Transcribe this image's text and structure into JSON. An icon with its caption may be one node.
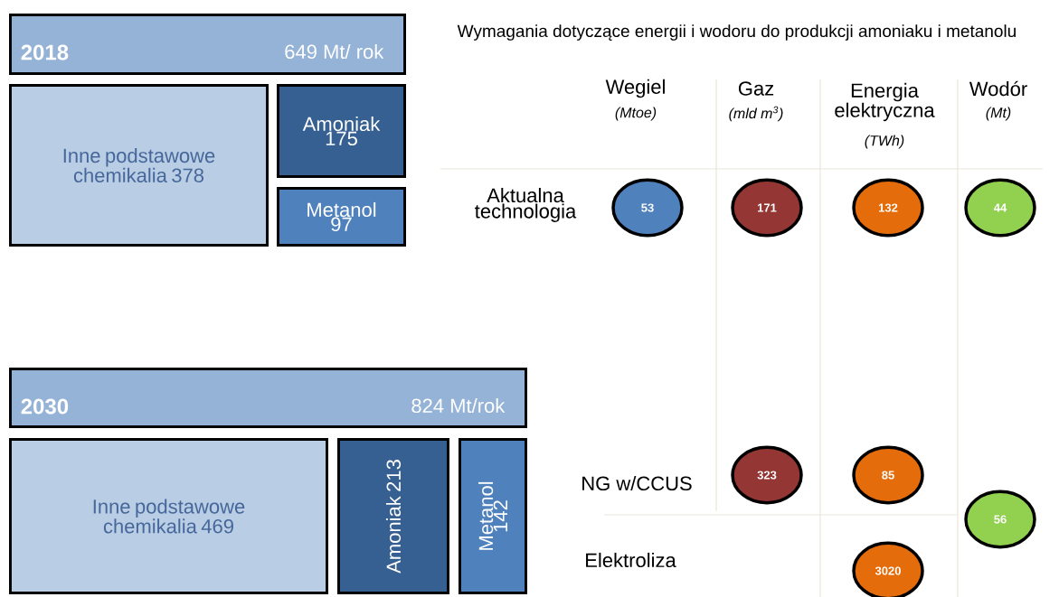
{
  "diagram": {
    "title": "Wymagania dotyczące energii i wodoru do produkcji amoniaku i metanolu",
    "nodes": [
      {
        "text": [
          "2018",
          "649 Mt/ rok"
        ]
      },
      {
        "text": [
          "Inne podstawowe chemikalia 378"
        ]
      },
      {
        "text": [
          "Amoniak 175"
        ]
      },
      {
        "text": [
          "Metanol 97"
        ]
      },
      {
        "text": [
          "2030",
          "824 Mt/rok"
        ]
      },
      {
        "text": [
          "Inne podstawowe chemikalia 469"
        ]
      },
      {
        "text": [
          "Amoniak 213"
        ]
      },
      {
        "text": [
          "Metanol 142"
        ]
      },
      {
        "text": [
          "53"
        ]
      },
      {
        "text": [
          "171"
        ]
      },
      {
        "text": [
          "132"
        ]
      },
      {
        "text": [
          "44"
        ]
      },
      {
        "text": [
          "323"
        ]
      },
      {
        "text": [
          "85"
        ]
      },
      {
        "text": [
          "56"
        ]
      },
      {
        "text": [
          "3020"
        ]
      }
    ],
    "labels": [
      "Wegiel",
      "(Mtoe)",
      "Gaz",
      "(mld m$^{3}$)",
      "Energia elektryczna",
      "(TWh)",
      "Wodór",
      "(Mt)",
      "Aktualna technologia",
      "NG w/CCUS",
      "Elektroliza"
    ]
  }
}
